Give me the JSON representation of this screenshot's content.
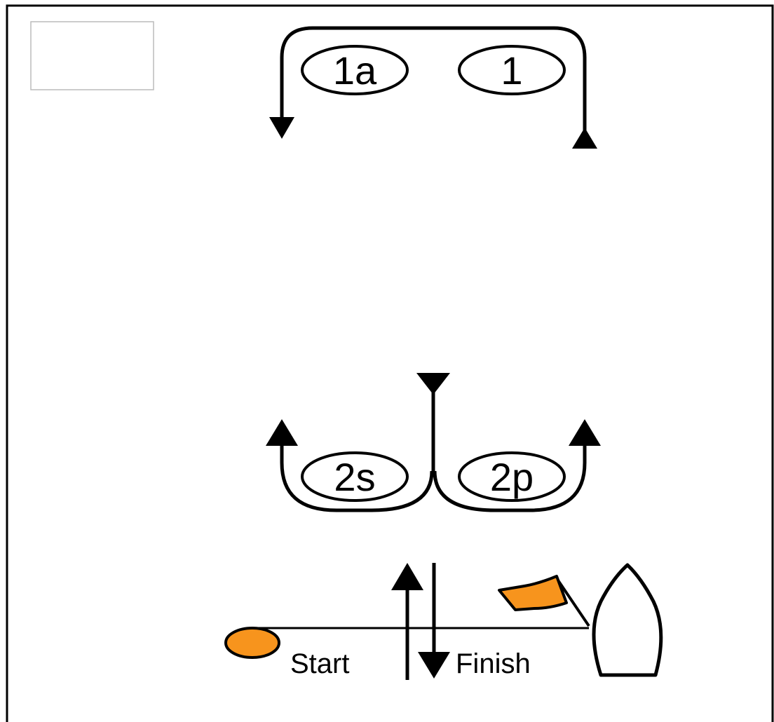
{
  "colors": {
    "stroke": "#000000",
    "flag": "#f7941d",
    "start_buoy": "#f7941d",
    "background": "#ffffff",
    "placeholder_border": "#bbbbbb"
  },
  "marks": {
    "mark_1a": "1a",
    "mark_1": "1",
    "mark_2s": "2s",
    "mark_2p": "2p"
  },
  "start_finish": {
    "start_label": "Start",
    "finish_label": "Finish"
  },
  "icons": {
    "committee_boat": "boat-icon",
    "flag": "flag-icon",
    "pin_end": "buoy-icon"
  }
}
